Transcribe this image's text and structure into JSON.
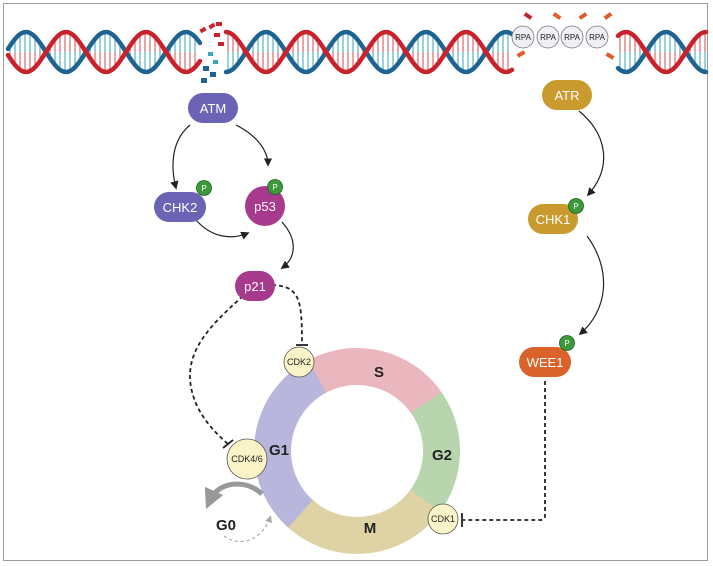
{
  "nodes": {
    "atm": "ATM",
    "atr": "ATR",
    "chk2": "CHK2",
    "chk1": "CHK1",
    "p53": "p53",
    "p21": "p21",
    "wee1": "WEE1",
    "cdk2": "CDK2",
    "cdk46": "CDK4/6",
    "cdk1": "CDK1"
  },
  "phosphate_label": "P",
  "rpa_label": "RPA",
  "cycle_phases": {
    "s": "S",
    "g2": "G2",
    "m": "M",
    "g1": "G1",
    "g0": "G0"
  },
  "colors": {
    "dna_red": "#c8232c",
    "dna_blue": "#1f6391",
    "atm": "#6b63b4",
    "atr": "#c99a2e",
    "p53": "#a73a8c",
    "wee1": "#d9632b",
    "phosphate": "#3c9a3c",
    "cdk_fill": "#fbf3c8",
    "phase_s": "#e9b7bd",
    "phase_g2": "#b7d6ad",
    "phase_m": "#dfd2a4",
    "phase_g1": "#b9b6de"
  }
}
